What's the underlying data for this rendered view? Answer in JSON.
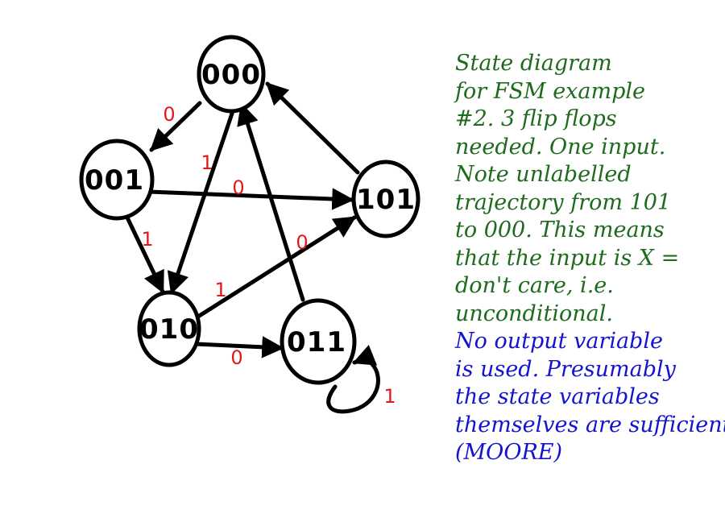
{
  "diagram": {
    "states": {
      "s000": "000",
      "s001": "001",
      "s010": "010",
      "s011": "011",
      "s101": "101"
    },
    "edge_labels": {
      "e000_001": "0",
      "e000_010": "1",
      "e001_101": "0",
      "e001_010": "1",
      "e010_101": "1",
      "e011_101": "0",
      "e010_011": "0",
      "e011_self": "1"
    },
    "colors": {
      "ink": "#000000",
      "edge_label": "#e0191e",
      "notes_green": "#1e6b1e",
      "notes_blue": "#1414d0"
    }
  },
  "notes": {
    "green_lines": [
      "State diagram",
      "for FSM example",
      "#2.  3 flip flops",
      "needed. One input.",
      "Note unlabelled",
      "trajectory from 101",
      "to 000. This means",
      "that the input is X =",
      "don't care, i.e.",
      "unconditional."
    ],
    "blue_lines": [
      "No output variable",
      "is used. Presumably",
      "the state variables",
      "themselves are sufficient",
      "(MOORE)"
    ]
  }
}
